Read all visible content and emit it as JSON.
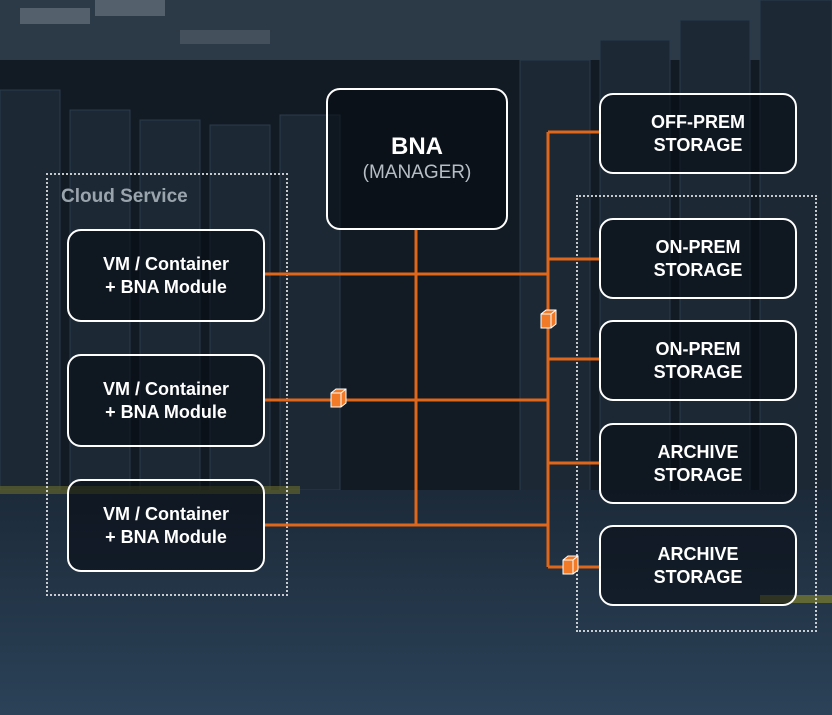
{
  "cloud_service": {
    "label": "Cloud Service"
  },
  "manager": {
    "title": "BNA",
    "subtitle": "(MANAGER)"
  },
  "vm_modules": [
    {
      "line1": "VM / Container",
      "line2": "+ BNA Module"
    },
    {
      "line1": "VM / Container",
      "line2": "+ BNA Module"
    },
    {
      "line1": "VM / Container",
      "line2": "+ BNA Module"
    }
  ],
  "storage_nodes": [
    {
      "line1": "OFF-PREM",
      "line2": "STORAGE"
    },
    {
      "line1": "ON-PREM",
      "line2": "STORAGE"
    },
    {
      "line1": "ON-PREM",
      "line2": "STORAGE"
    },
    {
      "line1": "ARCHIVE",
      "line2": "STORAGE"
    },
    {
      "line1": "ARCHIVE",
      "line2": "STORAGE"
    }
  ],
  "colors": {
    "connector": "#e0661a",
    "packet": "#f07a28",
    "box_border": "#ffffff"
  },
  "icons": {
    "packet": "data-packet-icon"
  }
}
